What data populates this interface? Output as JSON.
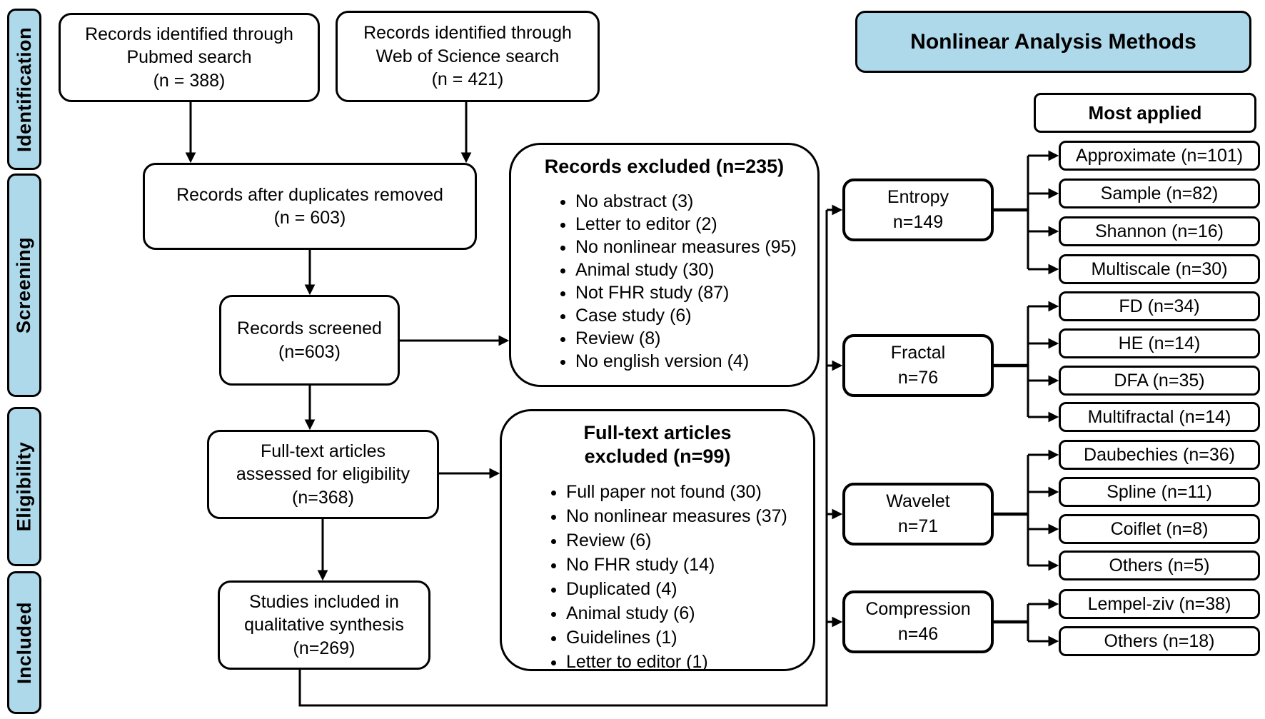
{
  "colors": {
    "stage_fill": "#aed9ea",
    "title_fill": "#aed9ea",
    "box_fill": "#ffffff",
    "line": "#000000"
  },
  "stages": [
    {
      "label": "Identification"
    },
    {
      "label": "Screening"
    },
    {
      "label": "Eligibility"
    },
    {
      "label": "Included"
    }
  ],
  "flow": {
    "source_pubmed": "Records identified through\nPubmed search\n(n = 388)",
    "source_wos": "Records identified through\nWeb of Science search\n(n = 421)",
    "duplicates_removed": "Records after duplicates removed\n(n = 603)",
    "screened": "Records screened\n(n=603)",
    "assessed": "Full-text articles\nassessed for eligibility\n(n=368)",
    "included": "Studies included in\nqualitative synthesis\n(n=269)",
    "records_excluded": {
      "title": "Records excluded (n=235)",
      "items": [
        "No abstract (3)",
        "Letter to editor (2)",
        "No nonlinear measures (95)",
        "Animal study (30)",
        "Not FHR study (87)",
        "Case study (6)",
        "Review (8)",
        "No english version (4)"
      ]
    },
    "fulltext_excluded": {
      "title": "Full-text articles\nexcluded (n=99)",
      "items": [
        "Full paper not found (30)",
        "No nonlinear measures (37)",
        "Review (6)",
        "No FHR study (14)",
        "Duplicated (4)",
        "Animal study (6)",
        "Guidelines (1)",
        "Letter to editor (1)"
      ]
    }
  },
  "methods": {
    "title": "Nonlinear Analysis Methods",
    "most_applied": "Most applied",
    "groups": [
      {
        "name": "Entropy",
        "count": "n=149",
        "leaves": [
          "Approximate (n=101)",
          "Sample (n=82)",
          "Shannon (n=16)",
          "Multiscale (n=30)"
        ]
      },
      {
        "name": "Fractal",
        "count": "n=76",
        "leaves": [
          "FD (n=34)",
          "HE (n=14)",
          "DFA (n=35)",
          "Multifractal (n=14)"
        ]
      },
      {
        "name": "Wavelet",
        "count": "n=71",
        "leaves": [
          "Daubechies (n=36)",
          "Spline (n=11)",
          "Coiflet (n=8)",
          "Others (n=5)"
        ]
      },
      {
        "name": "Compression",
        "count": "n=46",
        "leaves": [
          "Lempel-ziv (n=38)",
          "Others (n=18)"
        ]
      }
    ]
  }
}
